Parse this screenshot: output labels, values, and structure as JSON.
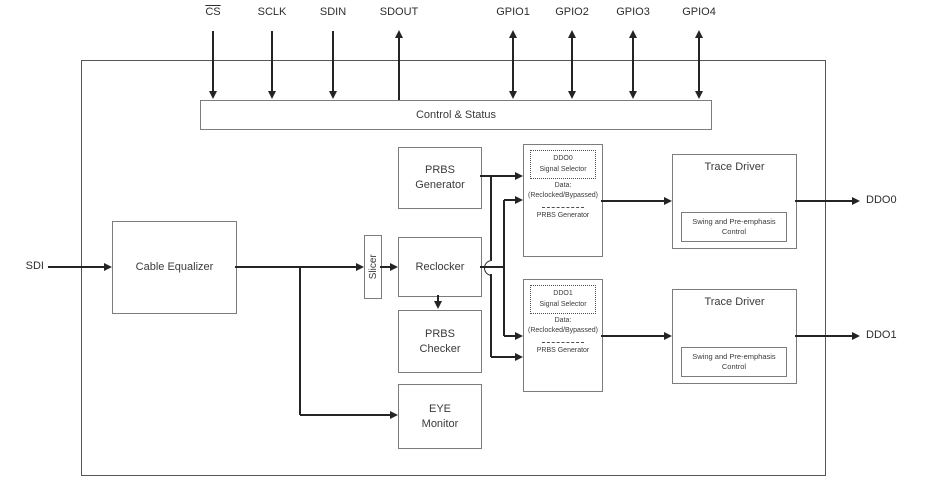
{
  "pins": {
    "top": [
      {
        "label": "CS",
        "overline": true,
        "direction": "input"
      },
      {
        "label": "SCLK",
        "direction": "input"
      },
      {
        "label": "SDIN",
        "direction": "input"
      },
      {
        "label": "SDOUT",
        "direction": "output"
      },
      {
        "label": "GPIO1",
        "direction": "bidirectional"
      },
      {
        "label": "GPIO2",
        "direction": "bidirectional"
      },
      {
        "label": "GPIO3",
        "direction": "bidirectional"
      },
      {
        "label": "GPIO4",
        "direction": "bidirectional"
      }
    ],
    "left": [
      {
        "label": "SDI",
        "direction": "input"
      }
    ],
    "right": [
      {
        "label": "DDO0",
        "direction": "output"
      },
      {
        "label": "DDO1",
        "direction": "output"
      }
    ]
  },
  "blocks": {
    "control_status": {
      "label": "Control & Status"
    },
    "cable_equalizer": {
      "label": "Cable Equalizer"
    },
    "slicer": {
      "label": "Slicer"
    },
    "prbs_generator": {
      "label": "PRBS\nGenerator"
    },
    "reclocker": {
      "label": "Reclocker"
    },
    "prbs_checker": {
      "label": "PRBS\nChecker"
    },
    "eye_monitor": {
      "label": "EYE\nMonitor"
    },
    "ddo0_selector": {
      "title": "DDO0\nSignal Selector",
      "input_data": "Data:\n(Reclocked/Bypassed)",
      "input_prbs": "PRBS Generator"
    },
    "ddo1_selector": {
      "title": "DDO1\nSignal Selector",
      "input_data": "Data:\n(Reclocked/Bypassed)",
      "input_prbs": "PRBS Generator"
    },
    "trace_driver0": {
      "label": "Trace Driver",
      "sub": "Swing and Pre-emphasis\nControl"
    },
    "trace_driver1": {
      "label": "Trace Driver",
      "sub": "Swing and Pre-emphasis\nControl"
    }
  },
  "colors": {
    "background": "#ffffff",
    "wire": "#242424",
    "box_border": "#7c7c7c",
    "outer_border": "#565656",
    "text": "#3a3a3a"
  }
}
